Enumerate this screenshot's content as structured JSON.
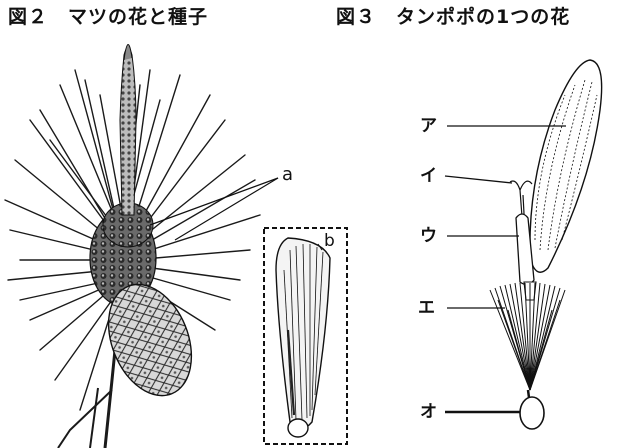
{
  "figure2": {
    "title": "図２　マツの花と種子",
    "label_a": "a",
    "label_b": "b"
  },
  "figure3": {
    "title": "図３　タンポポの1つの花",
    "labels": [
      "ア",
      "イ",
      "ウ",
      "エ",
      "オ"
    ]
  }
}
